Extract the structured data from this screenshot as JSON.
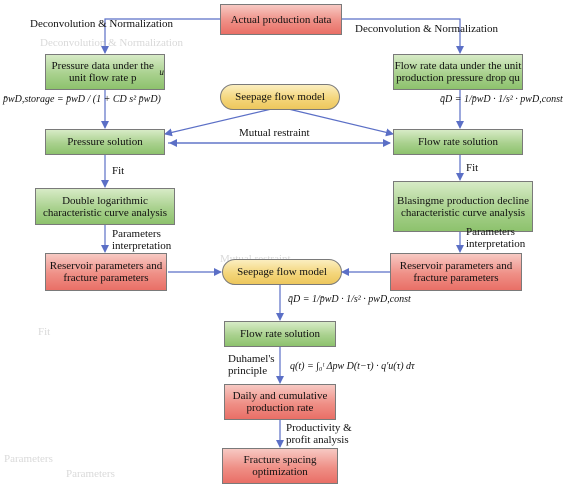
{
  "nodes": {
    "actual_data": "Actual production data",
    "pressure_data": "Pressure data under the unit flow rate p",
    "pressure_data_sub": "u",
    "flow_data": "Flow rate data under the unit production pressure drop qu",
    "seepage_model_top": "Seepage flow model",
    "pressure_solution": "Pressure solution",
    "flow_solution_right": "Flow rate solution",
    "double_log": "Double logarithmic characteristic curve analysis",
    "blasingme": "Blasingme production decline characteristic curve analysis",
    "reservoir_left": "Reservoir parameters and fracture parameters",
    "seepage_model_mid": "Seepage flow model",
    "reservoir_right": "Reservoir parameters and fracture parameters",
    "flow_solution_mid": "Flow rate solution",
    "daily_cumulative": "Daily and cumulative production rate",
    "fracture_spacing": "Fracture spacing optimization"
  },
  "edge_labels": {
    "deconv_left": "Deconvolution & Normalization",
    "deconv_right": "Deconvolution & Normalization",
    "mutual": "Mutual restraint",
    "fit_left": "Fit",
    "fit_right": "Fit",
    "params_left": "Parameters interpretation",
    "params_right": "Parameters interpretation",
    "duhamel": "Duhamel's principle",
    "productivity": "Productivity & profit analysis"
  },
  "formulas": {
    "storage": "p̄wD,storage = p̄wD / (1 + CD s² p̄wD)",
    "qd_right": "q̄D = 1/p̄wD · 1/s² · pwD,const",
    "qd_mid": "q̄D = 1/p̄wD · 1/s² · pwD,const",
    "duhamel_eq": "q(t) = ∫₀ᵗ Δpw D(t−τ) · q′u(τ) dτ"
  },
  "ghost_text": {
    "g1": "Deconvolution & Normalization",
    "g2": "Mutual restraint",
    "g3": "Fit",
    "g4": "Parameters",
    "g5": "Parameters"
  }
}
